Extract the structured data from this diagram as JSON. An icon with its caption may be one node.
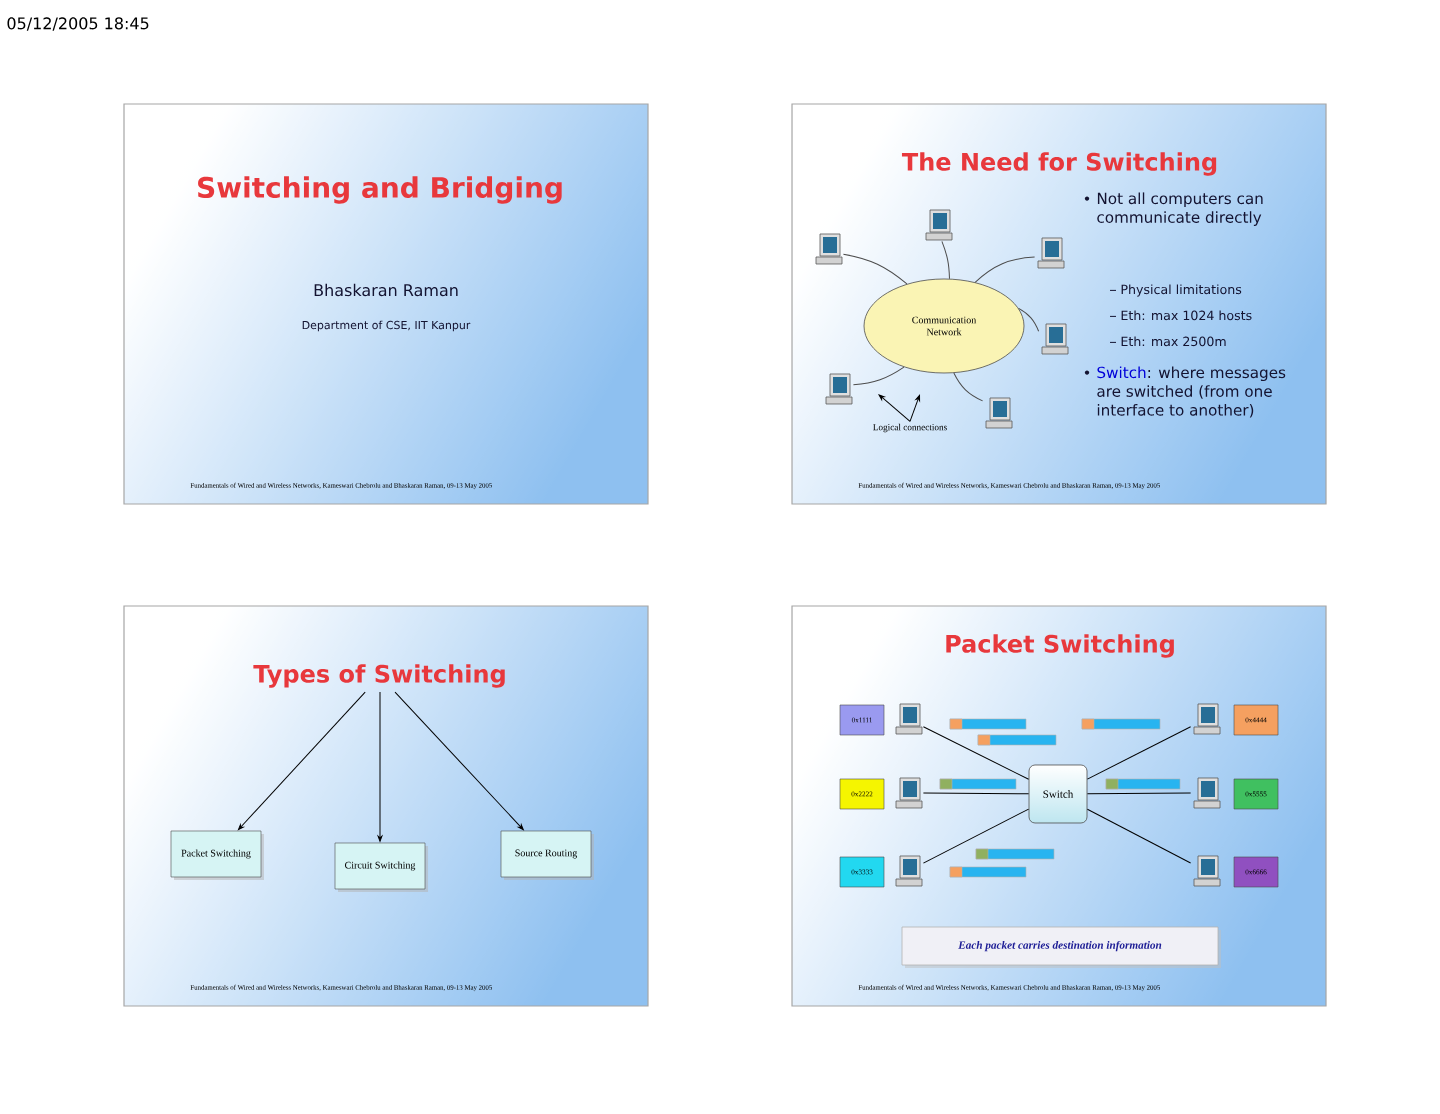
{
  "diagram": {
    "nodes": [
      {
        "text": [
          "Switching and Bridging",
          "Bhaskaran Raman",
          "Department of CSE, IIT Kanpur",
          "Fundamentals of Wired and Wireless Networks, Kameswari Chebrolu and Bhaskaran Raman, 09-13 May 2005"
        ]
      },
      {
        "text": [
          "The Need for Switching",
          "Not all computers can communicate directly",
          "Physical limitations",
          "Eth: max 1024 hosts",
          "Eth: max 2500m",
          "**Switch**: where messages are switched (from one interface to another)",
          "Fundamentals of Wired and Wireless Networks, Kameswari Chebrolu and Bhaskaran Raman, 09-13 May 2005"
        ]
      },
      {
        "text": [
          "Communication Network"
        ],
        "in": 1
      },
      {
        "text": [],
        "shape": "picture",
        "in": 1
      },
      {
        "text": [],
        "shape": "picture",
        "in": 1
      },
      {
        "text": [],
        "shape": "picture",
        "in": 1
      },
      {
        "text": [],
        "shape": "picture",
        "in": 1
      },
      {
        "text": [],
        "shape": "picture",
        "in": 1
      },
      {
        "text": [],
        "shape": "picture",
        "in": 1
      },
      {
        "text": [
          "Logical connections"
        ],
        "in": 1
      },
      {
        "text": [
          "Fundamentals of Wired and Wireless Networks, Kameswari Chebrolu and Bhaskaran Raman, 09-13 May 2005"
        ]
      },
      {
        "text": [
          "Types of Switching"
        ],
        "in": 10
      },
      {
        "text": [
          "Packet Switching"
        ],
        "in": 10
      },
      {
        "text": [
          "Circuit Switching"
        ],
        "in": 10
      },
      {
        "text": [
          "Source Routing"
        ],
        "in": 10
      },
      {
        "text": [
          "Packet Switching",
          "Fundamentals of Wired and Wireless Networks, Kameswari Chebrolu and Bhaskaran Raman, 09-13 May 2005"
        ]
      },
      {
        "text": [
          "0x1111"
        ],
        "in": 15
      },
      {
        "text": [],
        "shape": "picture",
        "in": 15
      },
      {
        "text": [],
        "shape": "picture",
        "in": 15
      },
      {
        "text": [
          "0x4444"
        ],
        "in": 15
      },
      {
        "text": [
          "0x2222"
        ],
        "in": 15
      },
      {
        "text": [],
        "shape": "picture",
        "in": 15
      },
      {
        "text": [
          "Switch"
        ],
        "in": 15
      },
      {
        "text": [],
        "shape": "picture",
        "in": 15
      },
      {
        "text": [
          "0x5555"
        ],
        "in": 15
      },
      {
        "text": [
          "0x3333"
        ],
        "in": 15
      },
      {
        "text": [],
        "shape": "picture",
        "in": 15
      },
      {
        "text": [],
        "shape": "picture",
        "in": 15
      },
      {
        "text": [
          "0x6666"
        ],
        "in": 15
      },
      {
        "text": [
          "Each packet carries destination information"
        ],
        "in": 15
      }
    ],
    "edges": [
      {
        "from": 3,
        "to": 2,
        "arrow": "none"
      },
      {
        "from": 4,
        "to": 2,
        "arrow": "none"
      },
      {
        "from": 5,
        "to": 2,
        "arrow": "none"
      },
      {
        "from": 6,
        "to": 2,
        "arrow": "none"
      },
      {
        "from": 7,
        "to": 2,
        "arrow": "none"
      },
      {
        "from": 8,
        "to": 2,
        "arrow": "none"
      },
      {
        "from": 9,
        "to": null,
        "arrow": "to"
      },
      {
        "from": 9,
        "to": null,
        "arrow": "to"
      },
      {
        "from": 11,
        "to": 12,
        "arrow": "to"
      },
      {
        "from": 11,
        "to": 13,
        "arrow": "to"
      },
      {
        "from": 11,
        "to": 14,
        "arrow": "to"
      },
      {
        "from": 17,
        "to": 22,
        "arrow": "none"
      },
      {
        "from": 21,
        "to": 22,
        "arrow": "none"
      },
      {
        "from": 26,
        "to": 22,
        "arrow": "none"
      },
      {
        "from": 18,
        "to": 22,
        "arrow": "none"
      },
      {
        "from": 23,
        "to": 22,
        "arrow": "none"
      },
      {
        "from": 27,
        "to": 22,
        "arrow": "none"
      }
    ],
    "labels": [
      "05/12/2005 18:45"
    ]
  }
}
